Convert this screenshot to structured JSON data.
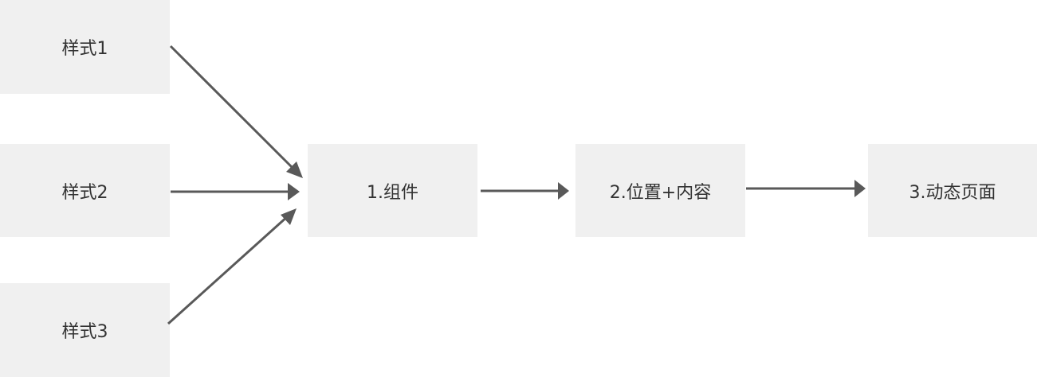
{
  "nodes": {
    "style1": "样式1",
    "style2": "样式2",
    "style3": "样式3",
    "component": "1.组件",
    "position": "2.位置+内容",
    "dynamic": "3.动态页面"
  },
  "colors": {
    "node_fill": "#f0f0f0",
    "text": "#333333",
    "arrow": "#595959"
  }
}
